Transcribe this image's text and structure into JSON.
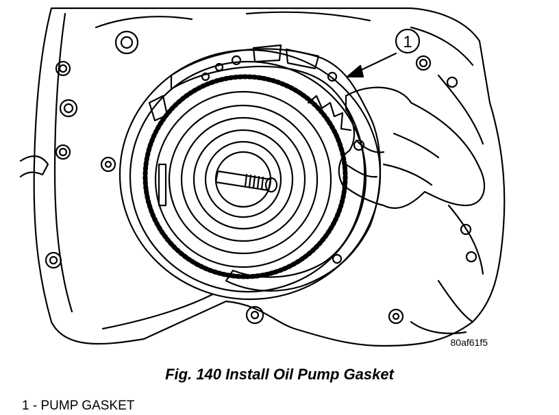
{
  "figure": {
    "caption": "Fig. 140 Install Oil Pump Gasket",
    "reference_code": "80af61f5",
    "callout_number": "1"
  },
  "legend": {
    "items": [
      {
        "number": "1",
        "separator": " - ",
        "label": "PUMP GASKET"
      }
    ]
  },
  "colors": {
    "line": "#000000",
    "background": "#ffffff"
  }
}
